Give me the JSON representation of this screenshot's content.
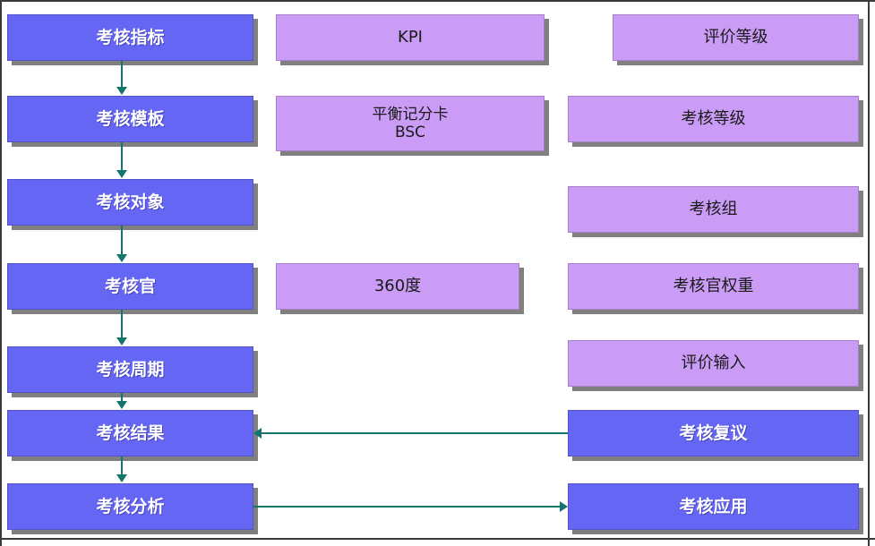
{
  "diagram": {
    "title_text": "",
    "colors": {
      "blue_node": "#6666F5",
      "purple_node": "#CA9CF5",
      "shadow": "#808080",
      "connector": "#13756B",
      "blue_node_text": "#FFFFFF",
      "purple_node_text": "#1A1A1A",
      "background": "#FFFFFF",
      "frame": "#3A3A3A"
    },
    "columns": {
      "left_label": "",
      "middle_label": "",
      "right_label": ""
    },
    "nodes": [
      {
        "id": "n1",
        "column": "left",
        "row": 1,
        "text": "考核指标",
        "style": "blue"
      },
      {
        "id": "n2",
        "column": "left",
        "row": 2,
        "text": "考核模板",
        "style": "blue"
      },
      {
        "id": "n3",
        "column": "left",
        "row": 3,
        "text": "考核对象",
        "style": "blue"
      },
      {
        "id": "n4",
        "column": "left",
        "row": 4,
        "text": "考核官",
        "style": "blue"
      },
      {
        "id": "n5",
        "column": "left",
        "row": 5,
        "text": "考核周期",
        "style": "blue"
      },
      {
        "id": "n6",
        "column": "left",
        "row": 6,
        "text": "考核结果",
        "style": "blue"
      },
      {
        "id": "n7",
        "column": "left",
        "row": 7,
        "text": "考核分析",
        "style": "blue"
      },
      {
        "id": "m1",
        "column": "middle",
        "row": 1,
        "text": "KPI",
        "style": "purple"
      },
      {
        "id": "m2a",
        "column": "middle",
        "row": 2,
        "text": "平衡记分卡",
        "style": "purple"
      },
      {
        "id": "m2b",
        "column": "middle",
        "row": 2,
        "text": "BSC",
        "style": "purple"
      },
      {
        "id": "m4",
        "column": "middle",
        "row": 4,
        "text": "360度",
        "style": "purple"
      },
      {
        "id": "r1",
        "column": "right",
        "row": 1,
        "text": "评价等级",
        "style": "purple"
      },
      {
        "id": "r2",
        "column": "right",
        "row": 2,
        "text": "考核等级",
        "style": "purple"
      },
      {
        "id": "r3",
        "column": "right",
        "row": 3,
        "text": "考核组",
        "style": "purple"
      },
      {
        "id": "r4",
        "column": "right",
        "row": 4,
        "text": "考核官权重",
        "style": "purple"
      },
      {
        "id": "r5",
        "column": "right",
        "row": 5,
        "text": "评价输入",
        "style": "purple"
      },
      {
        "id": "r6",
        "column": "right",
        "row": 6,
        "text": "考核复议",
        "style": "blue"
      },
      {
        "id": "r7",
        "column": "right",
        "row": 7,
        "text": "考核应用",
        "style": "blue"
      }
    ],
    "connectors": [
      {
        "id": "c1",
        "from": "n1",
        "to": "n2",
        "direction": "down"
      },
      {
        "id": "c2",
        "from": "n2",
        "to": "n3",
        "direction": "down"
      },
      {
        "id": "c3",
        "from": "n3",
        "to": "n4",
        "direction": "down"
      },
      {
        "id": "c4",
        "from": "n4",
        "to": "n5",
        "direction": "down"
      },
      {
        "id": "c5",
        "from": "n5",
        "to": "n6",
        "direction": "down"
      },
      {
        "id": "c6",
        "from": "n6",
        "to": "n7",
        "direction": "down"
      },
      {
        "id": "c7",
        "from": "r6",
        "to": "n6",
        "direction": "left"
      },
      {
        "id": "c8",
        "from": "n7",
        "to": "r7",
        "direction": "right"
      }
    ]
  }
}
